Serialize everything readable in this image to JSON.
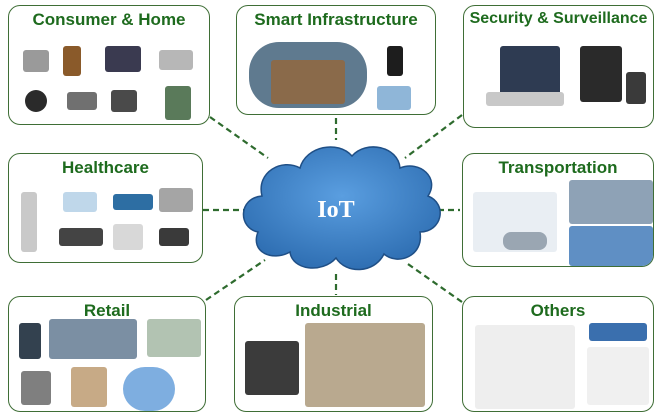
{
  "center": {
    "label": "IoT"
  },
  "categories": [
    {
      "id": "consumer",
      "title": "Consumer & Home"
    },
    {
      "id": "infrastructure",
      "title": "Smart Infrastructure"
    },
    {
      "id": "security",
      "title": "Security & Surveillance"
    },
    {
      "id": "healthcare",
      "title": "Healthcare"
    },
    {
      "id": "transportation",
      "title": "Transportation"
    },
    {
      "id": "retail",
      "title": "Retail"
    },
    {
      "id": "industrial",
      "title": "Industrial"
    },
    {
      "id": "others",
      "title": "Others"
    }
  ],
  "colors": {
    "title_green": "#1e6b1e",
    "border_green": "#3f6e36",
    "link_green": "#2e6b2e",
    "cloud_blue": "#3b7fc4",
    "cloud_edge": "#1f4f86"
  }
}
